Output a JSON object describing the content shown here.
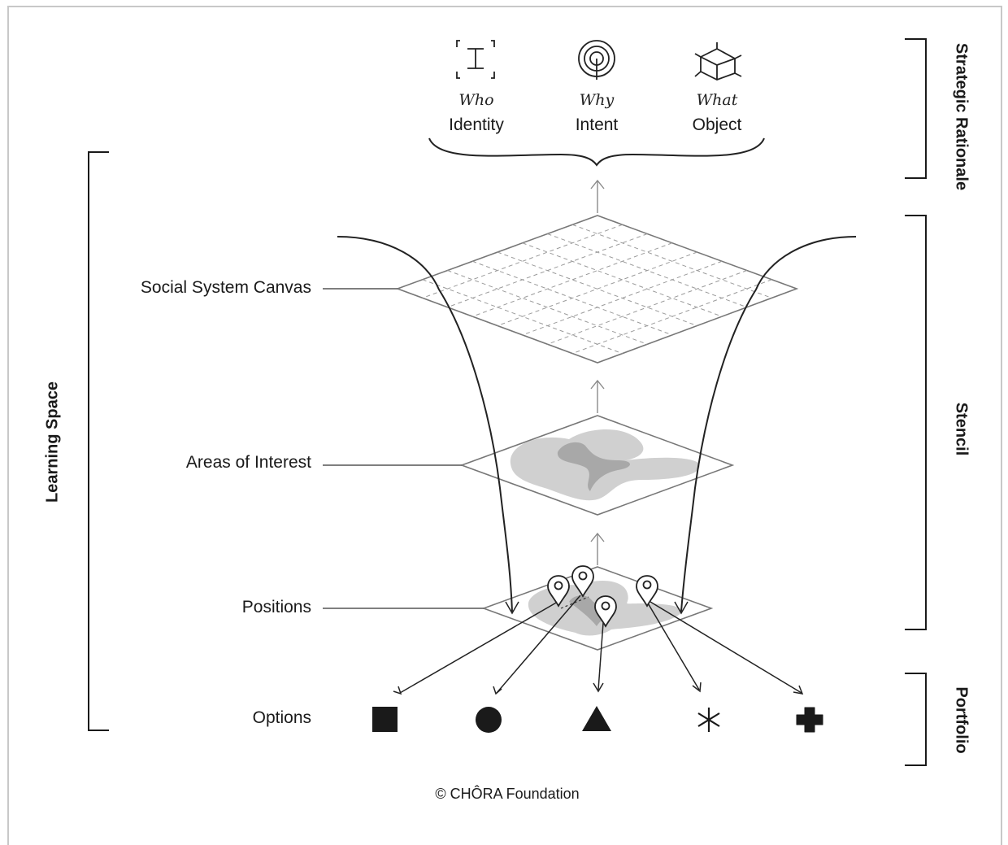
{
  "top": {
    "who_script": "Who",
    "who_label": "Identity",
    "why_script": "Why",
    "why_label": "Intent",
    "what_script": "What",
    "what_label": "Object"
  },
  "layers": {
    "canvas": "Social System Canvas",
    "areas": "Areas of Interest",
    "positions": "Positions",
    "options": "Options"
  },
  "brackets": {
    "learning_space": "Learning Space",
    "strategic_rationale": "Strategic Rationale",
    "stencil": "Stencil",
    "portfolio": "Portfolio"
  },
  "options_icons": [
    "square-icon",
    "circle-icon",
    "triangle-icon",
    "asterisk-icon",
    "cross-icon"
  ],
  "top_icons": [
    "identity-frame-icon",
    "intent-target-icon",
    "object-cube-icon"
  ],
  "footer": "© CHÔRA Foundation",
  "colors": {
    "ink": "#1a1a1a",
    "blob": "#d0d0d0",
    "blob_overlap": "#a8a8a8",
    "plane_stroke": "#777777"
  }
}
